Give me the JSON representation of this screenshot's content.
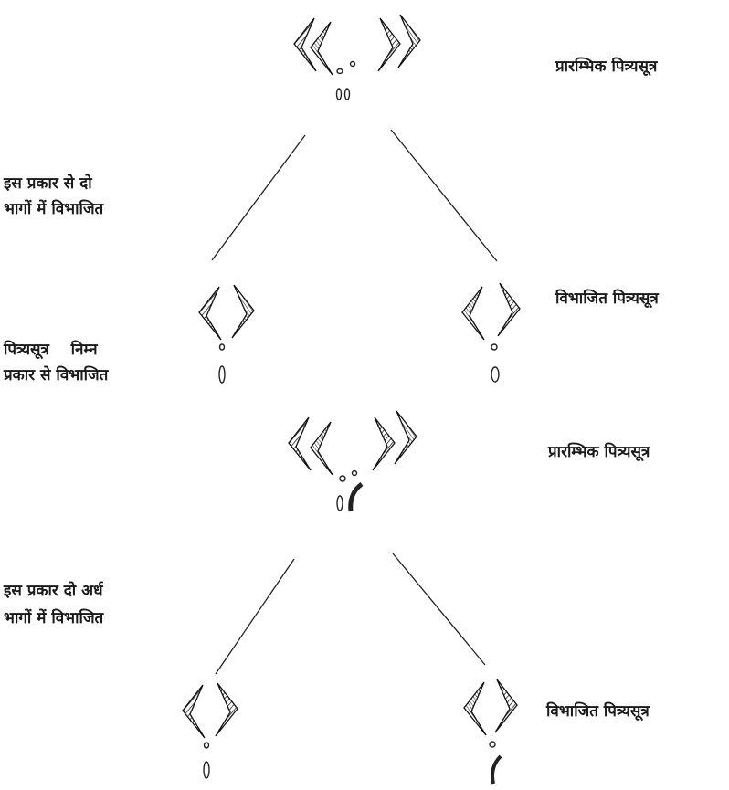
{
  "diagram": {
    "stage1": {
      "top_label": "प्रारम्भिक पित्र्यसूत्र",
      "left_label_line1": "इस प्रकार से दो",
      "left_label_line2": "भागों में विभाजित",
      "right_label": "विभाजित पित्र्यसूत्र",
      "lower_left_line1": "पित्र्यसूत्र    निम्न",
      "lower_left_line2": "प्रकार से विभाजित"
    },
    "stage2": {
      "top_label": "प्रारम्भिक पित्र्यसूत्र",
      "left_label_line1": "इस प्रकार दो अर्ध",
      "left_label_line2": "भागों में विभाजित",
      "right_label": "विभाजित पित्र्यसूत्र"
    }
  }
}
